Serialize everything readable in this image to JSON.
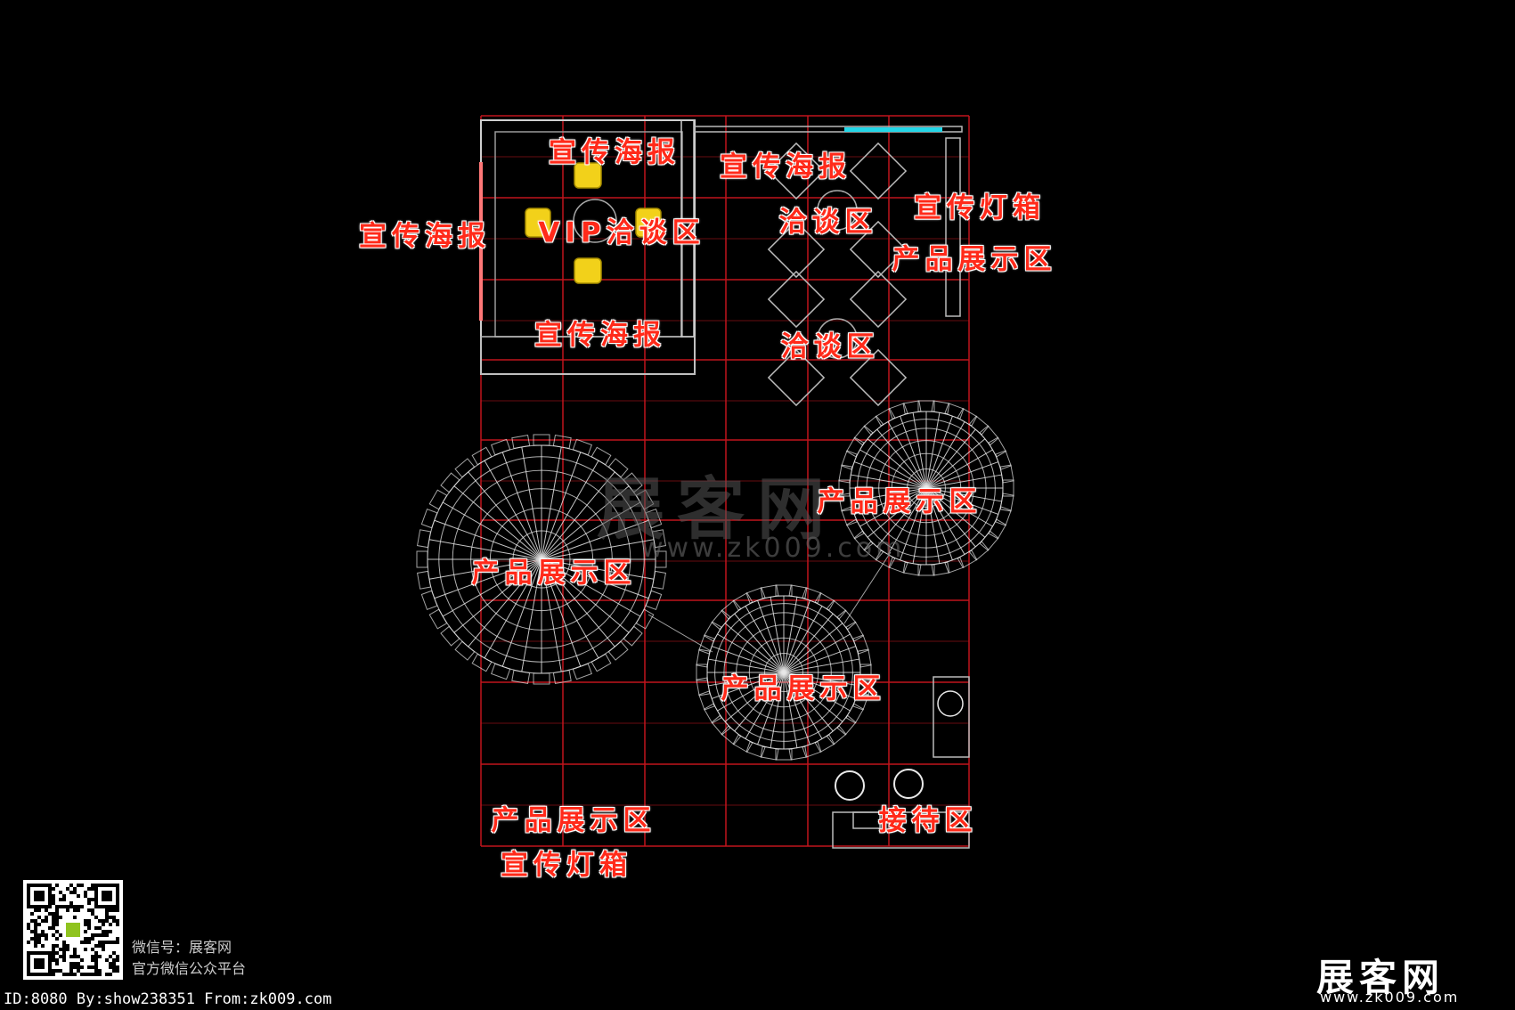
{
  "labels": {
    "poster_top_left": "宣传海报",
    "poster_top_mid": "宣传海报",
    "poster_left": "宣传海报",
    "poster_bottom": "宣传海报",
    "vip": "VIP洽谈区",
    "negotiation_1": "洽谈区",
    "negotiation_2": "洽谈区",
    "lightbox_top": "宣传灯箱",
    "product_right_top": "产品展示区",
    "product_right_mid": "产品展示区",
    "product_left": "产品展示区",
    "product_center": "产品展示区",
    "product_bottom": "产品展示区",
    "reception": "接待区",
    "lightbox_bottom": "宣传灯箱"
  },
  "watermark": {
    "main": "展客网",
    "url": "www.zk009.com"
  },
  "footer": {
    "wechat_id": "微信号：展客网",
    "wechat_desc": "官方微信公众平台",
    "id_line": "ID:8080 By:show238351 From:zk009.com",
    "logo": "展客网",
    "logo_url": "www.zk009.com"
  },
  "colors": {
    "grid": "#c0141c",
    "wire": "#e8e8e8",
    "chair": "#f2d11a",
    "label": "#ff2a1a",
    "accent": "#22d7e8"
  }
}
